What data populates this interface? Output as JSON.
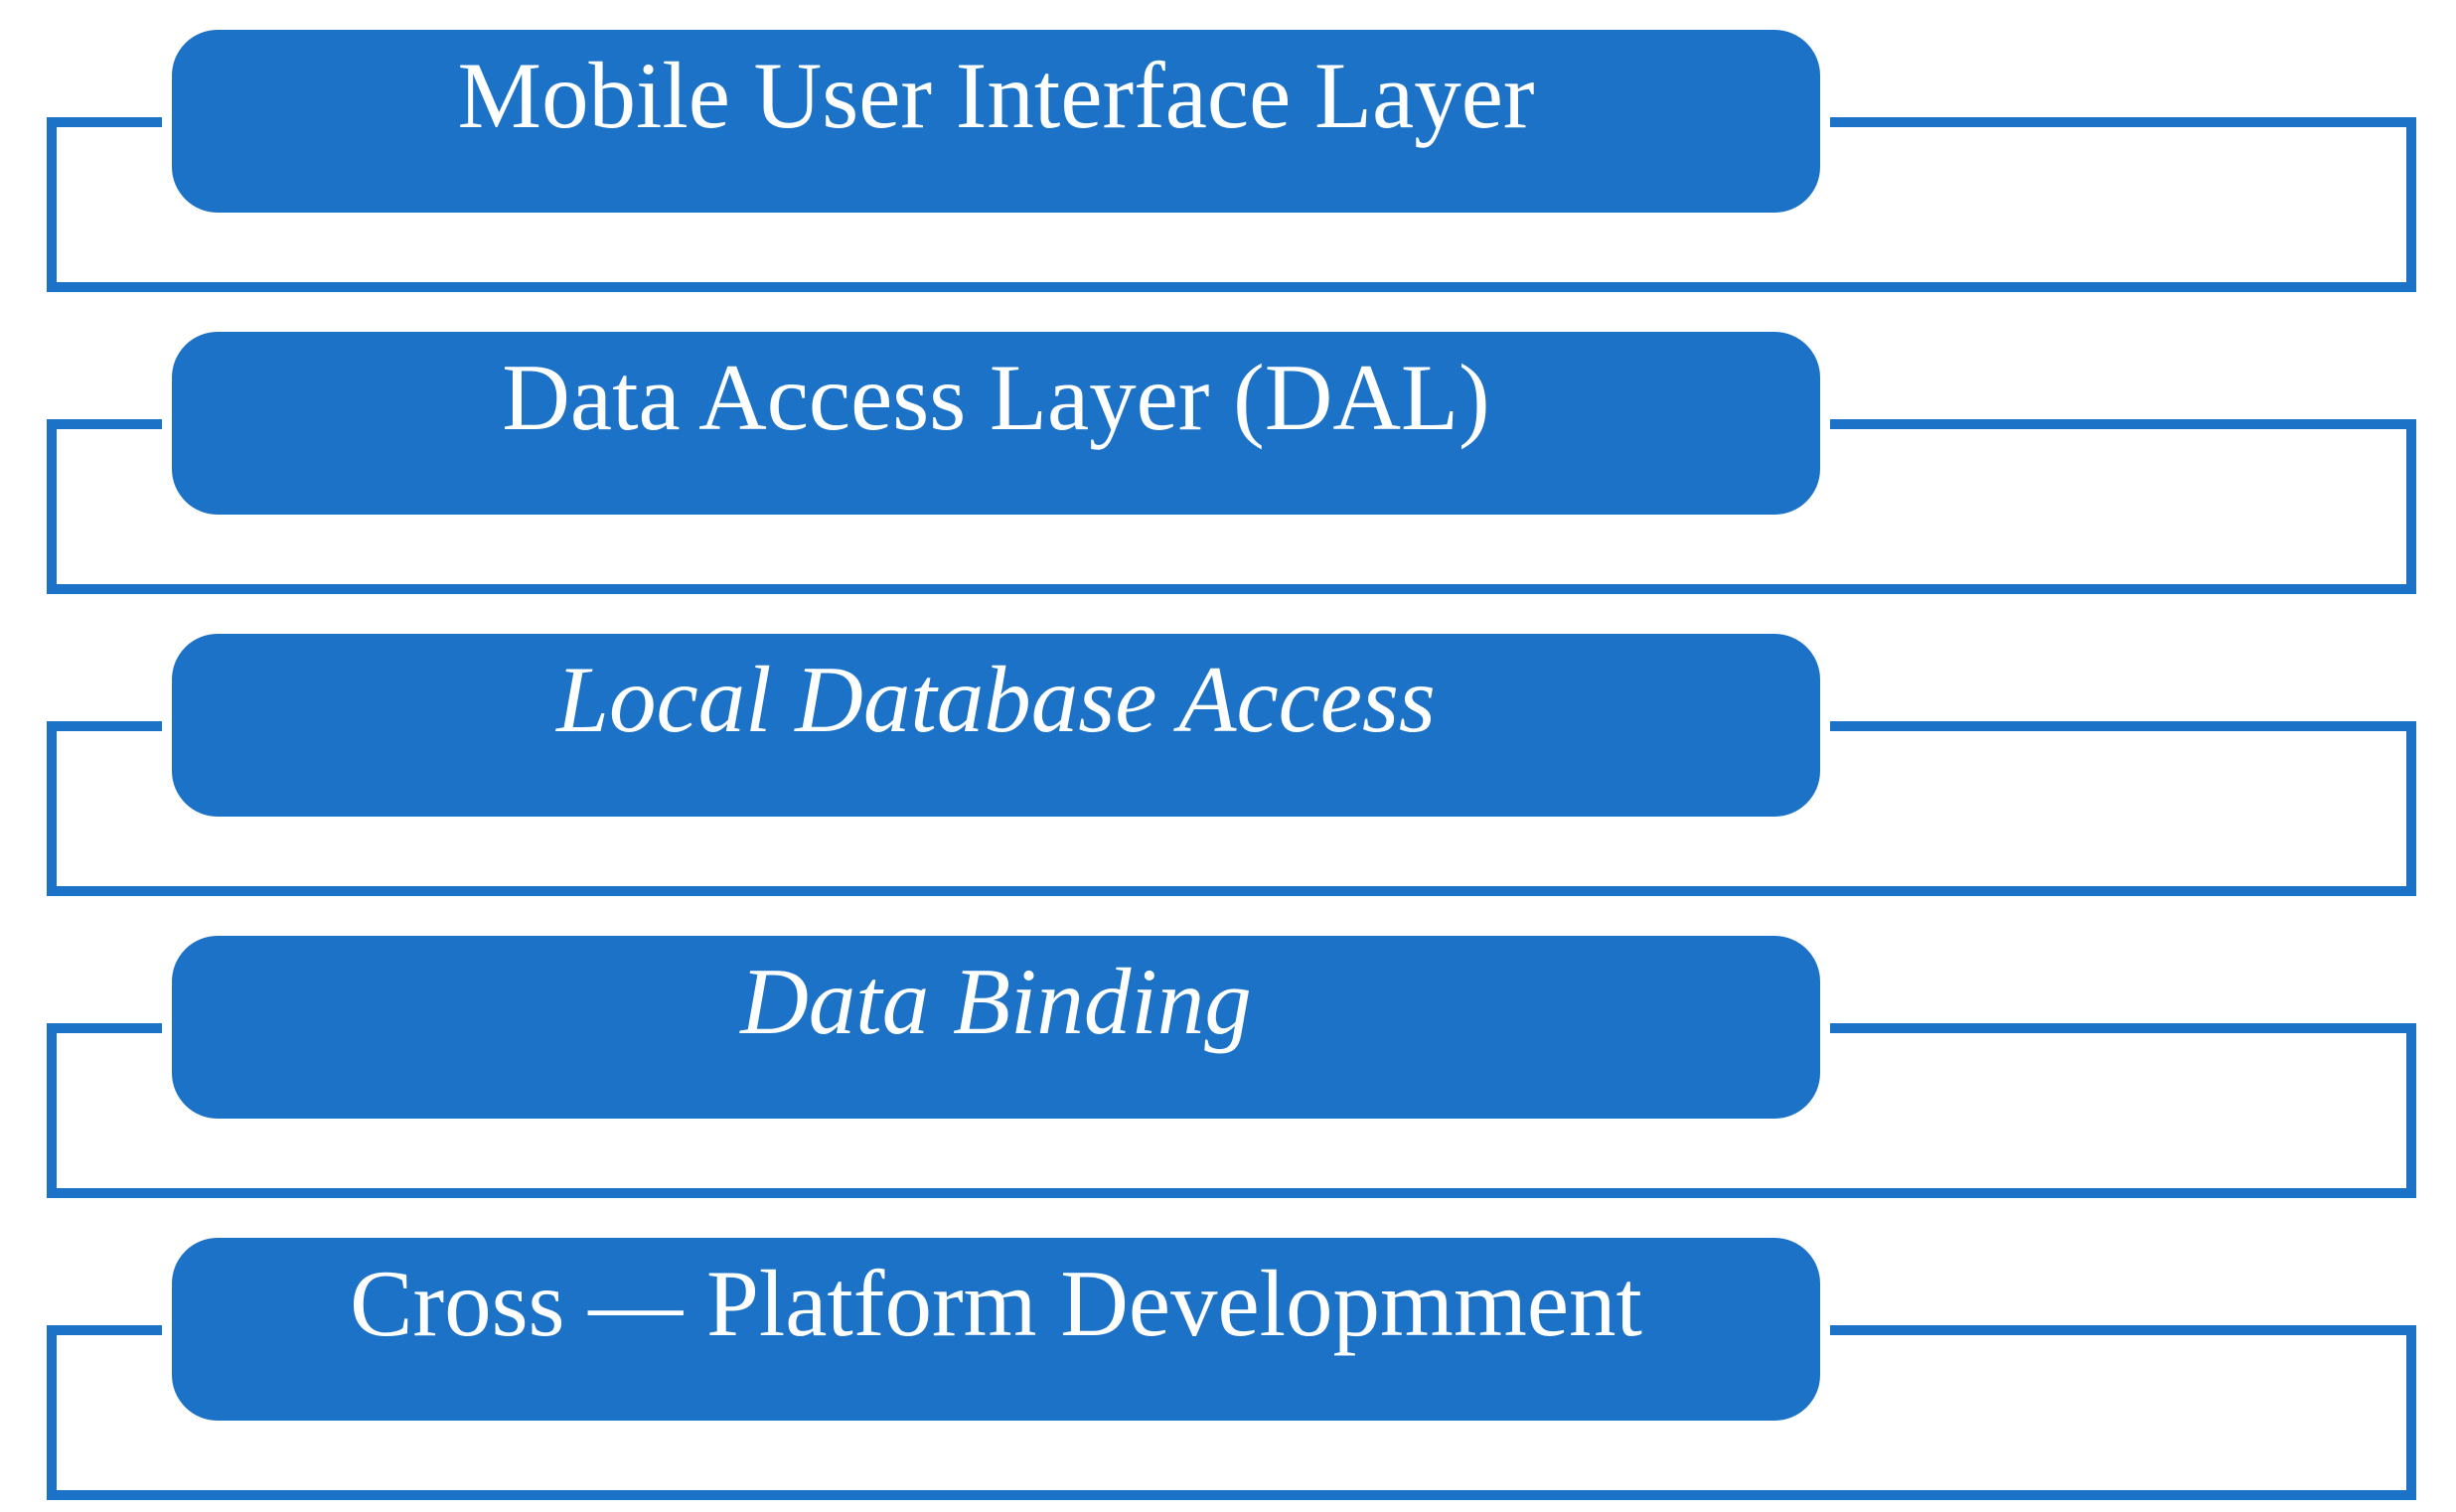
{
  "diagram": {
    "type": "lined-list",
    "items": [
      {
        "label": "Mobile User Interface Layer",
        "italic": false
      },
      {
        "label": "Data Access Layer (DAL)",
        "italic": false
      },
      {
        "label": "Local Database Access",
        "italic": true
      },
      {
        "label": "Data Binding",
        "italic": true
      },
      {
        "label": "Cross — Platform Developmment",
        "italic": false
      }
    ],
    "colors": {
      "accent": "#1C72C7",
      "label_text": "#FFFFFF",
      "background": "#FFFFFF"
    }
  }
}
